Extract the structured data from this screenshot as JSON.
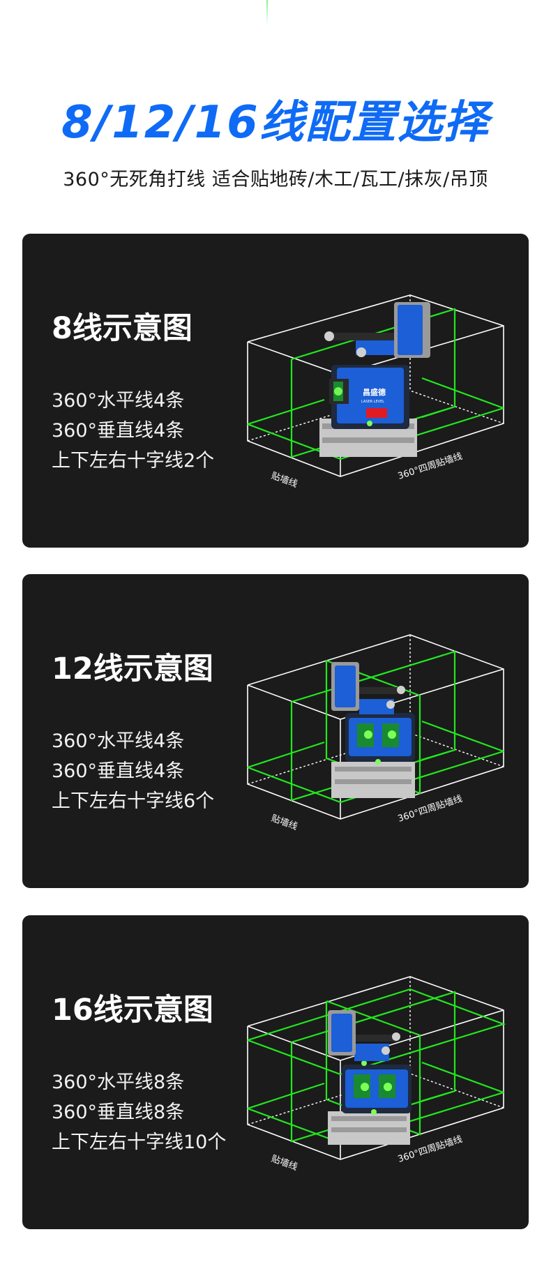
{
  "header": {
    "title": "8/12/16线配置选择",
    "subtitle": "360°无死角打线 适合贴地砖/木工/瓦工/抹灰/吊顶"
  },
  "colors": {
    "title_blue": "#0f6bf5",
    "card_bg": "#1b1b1b",
    "laser_green": "#22e81e",
    "device_blue": "#1c5fd6"
  },
  "cards": [
    {
      "title": "8线示意图",
      "specs": [
        "360°水平线4条",
        "360°垂直线4条",
        "上下左右十字线2个"
      ],
      "diagram": {
        "label_left": "贴墙线",
        "label_right": "360°四周贴墙线",
        "brand_text": "昌盛德",
        "brand_sub": "LASER LEVEL"
      }
    },
    {
      "title": "12线示意图",
      "specs": [
        "360°水平线4条",
        "360°垂直线4条",
        "上下左右十字线6个"
      ],
      "diagram": {
        "label_left": "贴墙线",
        "label_right": "360°四周贴墙线"
      }
    },
    {
      "title": "16线示意图",
      "specs": [
        "360°水平线8条",
        "360°垂直线8条",
        "上下左右十字线10个"
      ],
      "diagram": {
        "label_left": "贴墙线",
        "label_right": "360°四周贴墙线"
      }
    }
  ]
}
